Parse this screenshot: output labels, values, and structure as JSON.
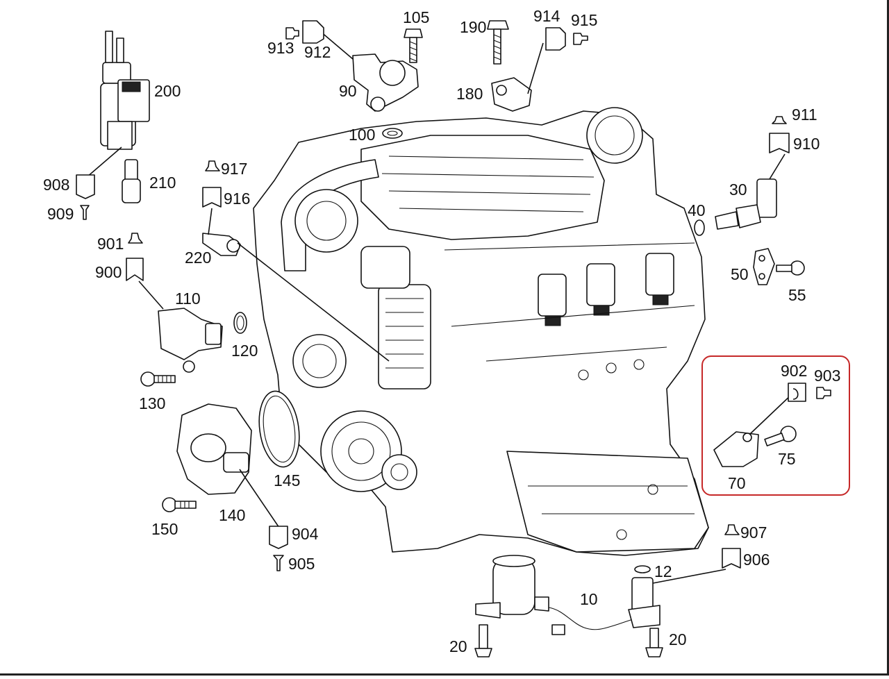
{
  "labels": {
    "p10": "10",
    "p12": "12",
    "p20a": "20",
    "p20b": "20",
    "p30": "30",
    "p40": "40",
    "p50": "50",
    "p55": "55",
    "p70": "70",
    "p75": "75",
    "p90": "90",
    "p100": "100",
    "p105": "105",
    "p110": "110",
    "p120": "120",
    "p130": "130",
    "p140": "140",
    "p145": "145",
    "p150": "150",
    "p180": "180",
    "p190": "190",
    "p200": "200",
    "p210": "210",
    "p220": "220",
    "p900": "900",
    "p901": "901",
    "p902": "902",
    "p903": "903",
    "p904": "904",
    "p905": "905",
    "p906": "906",
    "p907": "907",
    "p908": "908",
    "p909": "909",
    "p910": "910",
    "p911": "911",
    "p912": "912",
    "p913": "913",
    "p914": "914",
    "p915": "915",
    "p916": "916",
    "p917": "917"
  },
  "highlight": {
    "color": "#c62828",
    "parts": [
      "70",
      "75",
      "902",
      "903"
    ]
  }
}
